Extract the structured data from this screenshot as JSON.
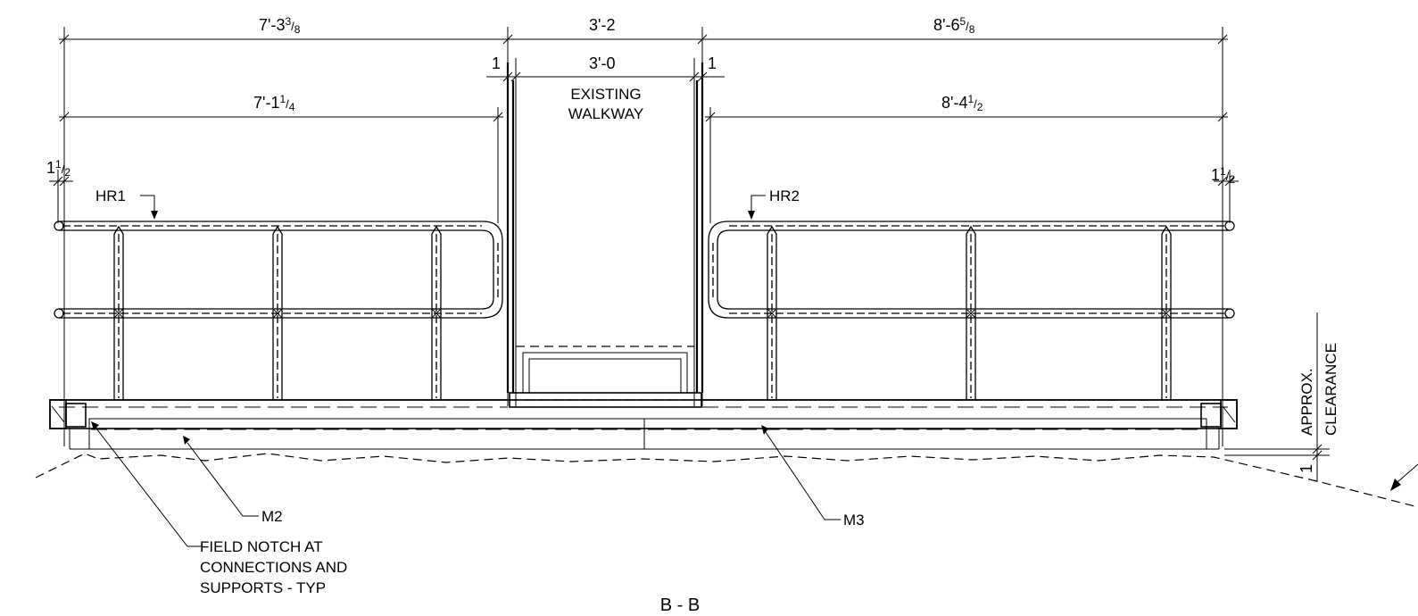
{
  "dimensions": {
    "left_overall": "7'-3",
    "left_overall_frac_num": "3",
    "left_overall_frac_den": "8",
    "center_overall": "3'-2",
    "right_overall": "8'-6",
    "right_overall_frac_num": "5",
    "right_overall_frac_den": "8",
    "left_gap": "1",
    "center_inner": "3'-0",
    "right_gap": "1",
    "left_inner": "7'-1",
    "left_inner_frac_num": "1",
    "left_inner_frac_den": "4",
    "right_inner": "8'-4",
    "right_inner_frac_num": "1",
    "right_inner_frac_den": "2",
    "left_end": "1",
    "left_end_frac_num": "1",
    "left_end_frac_den": "2",
    "right_end": "1",
    "right_end_frac_num": "1",
    "right_end_frac_den": "2",
    "clearance_dim": "1"
  },
  "labels": {
    "walkway_line1": "EXISTING",
    "walkway_line2": "WALKWAY",
    "hr1": "HR1",
    "hr2": "HR2",
    "m2": "M2",
    "m3": "M3",
    "field_notch_line1": "FIELD NOTCH AT",
    "field_notch_line2": "CONNECTIONS AND",
    "field_notch_line3": "SUPPORTS - TYP",
    "clearance_line1": "APPROX.",
    "clearance_line2": "CLEARANCE",
    "section_title": "B - B"
  }
}
